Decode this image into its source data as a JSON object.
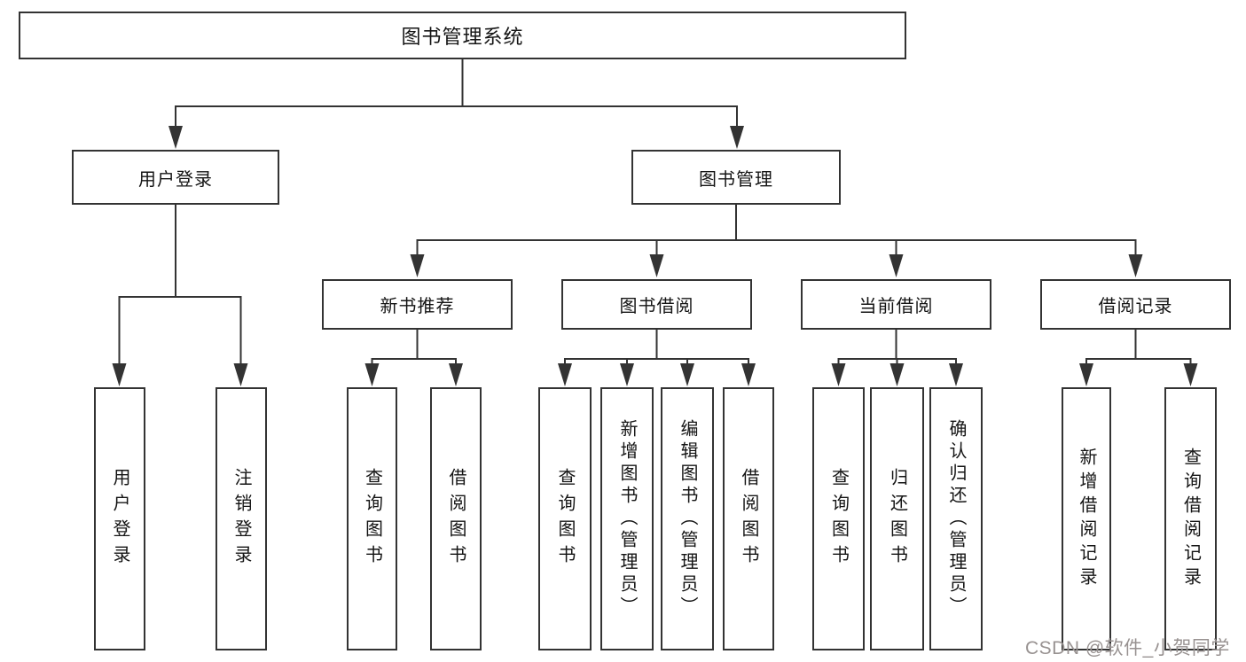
{
  "diagram": {
    "title": "图书管理系统",
    "level2": {
      "user_login": "用户登录",
      "book_management": "图书管理"
    },
    "level3": {
      "new_book_recommend": "新书推荐",
      "book_borrow": "图书借阅",
      "current_borrow": "当前借阅",
      "borrow_record": "借阅记录"
    },
    "leaves": {
      "user_login": [
        "用户登录",
        "注销登录"
      ],
      "new_book_recommend": [
        "查询图书",
        "借阅图书"
      ],
      "book_borrow": [
        "查询图书",
        "新增图书（管理员）",
        "编辑图书（管理员）",
        "借阅图书"
      ],
      "current_borrow": [
        "查询图书",
        "归还图书",
        "确认归还（管理员）"
      ],
      "borrow_record": [
        "新增借阅记录",
        "查询借阅记录"
      ]
    },
    "watermark": "CSDN @软件_小贺同学",
    "colors": {
      "line": "#333333",
      "box_border": "#333333",
      "box_fill": "#ffffff",
      "text": "#141414",
      "watermark": "#989291"
    }
  }
}
